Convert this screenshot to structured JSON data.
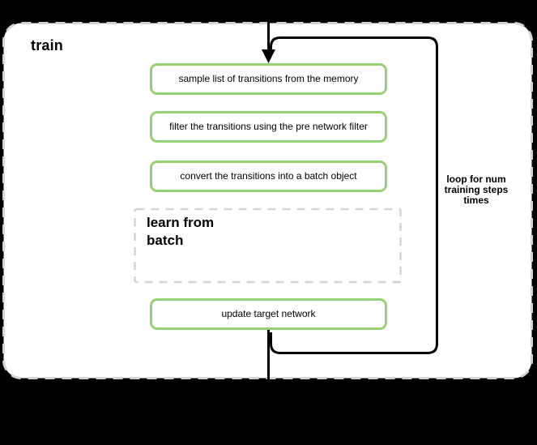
{
  "colors": {
    "background": "#000000",
    "surface": "#ffffff",
    "dashed_border_gray": "#d4d4d4",
    "step_border_green": "#97d077",
    "connector_black": "#000000",
    "text": "#000000"
  },
  "container": {
    "label": "train"
  },
  "loop": {
    "annotation": "loop for num training steps times"
  },
  "steps": [
    {
      "label": "sample list of transitions from the memory"
    },
    {
      "label": "filter the transitions using the pre network filter"
    },
    {
      "label": "convert the transitions into a batch object"
    }
  ],
  "subprocess": {
    "label": "learn from batch"
  },
  "final_step": {
    "label": "update target network"
  }
}
